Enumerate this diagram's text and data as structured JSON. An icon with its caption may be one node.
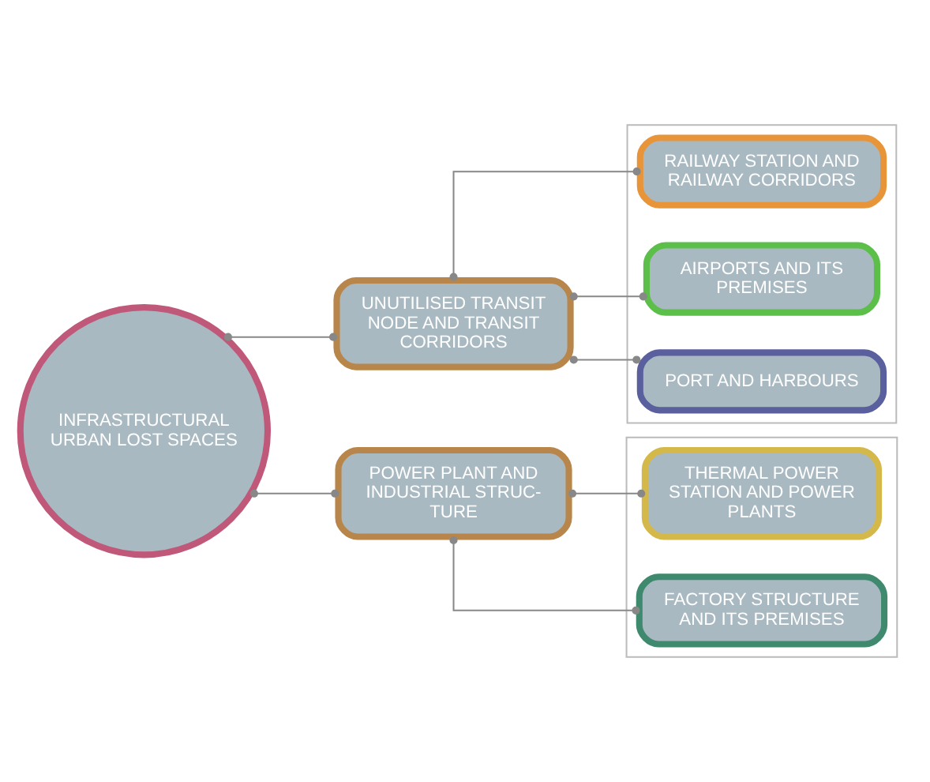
{
  "diagram": {
    "nodes": [
      {
        "text": [
          "INFRASTRUCTURAL URBAN LOST SPACES"
        ]
      },
      {
        "text": [
          "UNUTILISED TRANSIT NODE AND TRANSIT CORRIDORS"
        ]
      },
      {
        "text": [
          "POWER PLANT AND INDUSTRIAL STRUC- TURE"
        ]
      },
      {
        "text": [],
        "shape": "box"
      },
      {
        "text": [
          "RAILWAY STATION AND RAILWAY CORRIDORS"
        ],
        "in": 3
      },
      {
        "text": [
          "AIRPORTS AND ITS PREMISES"
        ],
        "in": 3
      },
      {
        "text": [
          "PORT AND HARBOURS"
        ],
        "in": 3
      },
      {
        "text": [],
        "shape": "box"
      },
      {
        "text": [
          "THERMAL POWER STATION AND POWER PLANTS"
        ],
        "in": 7
      },
      {
        "text": [
          "FACTORY STRUCTURE AND ITS PREMISES"
        ],
        "in": 7
      }
    ],
    "edges": [
      {
        "from": 0,
        "to": 1,
        "arrow": "other"
      },
      {
        "from": 0,
        "to": 2,
        "arrow": "other"
      },
      {
        "from": 1,
        "to": 4,
        "arrow": "other"
      },
      {
        "from": 1,
        "to": 5,
        "arrow": "other"
      },
      {
        "from": 1,
        "to": 6,
        "arrow": "other"
      },
      {
        "from": 2,
        "to": 8,
        "arrow": "other"
      },
      {
        "from": 2,
        "to": 9,
        "arrow": "other"
      }
    ]
  }
}
